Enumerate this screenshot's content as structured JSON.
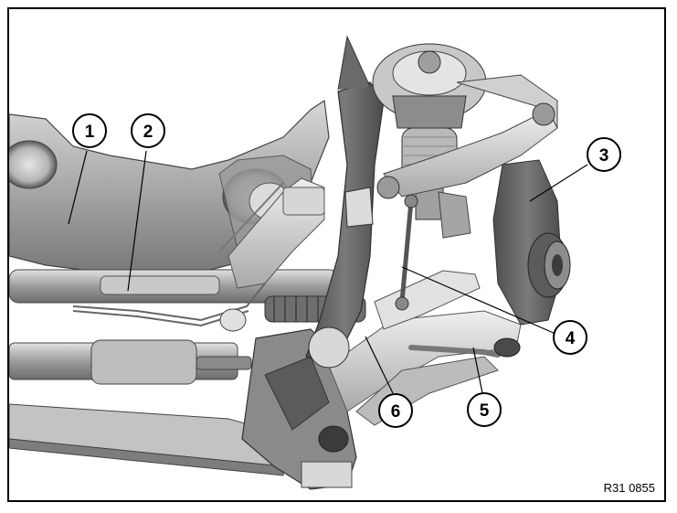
{
  "callouts": [
    {
      "number": "1"
    },
    {
      "number": "2"
    },
    {
      "number": "3"
    },
    {
      "number": "4"
    },
    {
      "number": "5"
    },
    {
      "number": "6"
    }
  ],
  "reference_code": "R31 0855",
  "colors": {
    "frame": "#000000",
    "metal_dark": "#5a5a5a",
    "metal_mid": "#9a9a9a",
    "metal_light": "#d4d4d4",
    "background": "#ffffff"
  }
}
